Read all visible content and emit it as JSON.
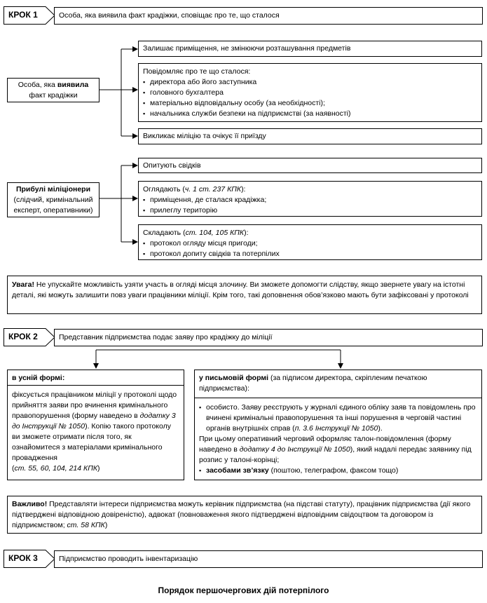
{
  "step1": {
    "label": "КРОК 1",
    "text": "Особа, яка виявила факт крадіжки, сповіщає про те, що сталося"
  },
  "finder": {
    "line1_pre": "Особа, яка ",
    "line1_bold": "виявила",
    "line2": "факт крадіжки"
  },
  "finder_actions": {
    "leave": "Залишає приміщення, не змінюючи розташування предметів",
    "notify_title": "Повідомляє про те що сталося:",
    "notify_items": [
      "директора або його заступника",
      "головного бухгалтера",
      "матеріально відповідальну особу (за необхідності);",
      "начальника служби безпеки на підприємстві (за наявності)"
    ],
    "call": "Викликає міліцію та очікує її приїзду"
  },
  "police": {
    "title": "Прибулі міліціонери",
    "subtitle": "(слідчий, кримінальний експерт, оперативники)"
  },
  "police_actions": {
    "interview": "Опитують свідків",
    "inspect_title_pre": "Оглядають (",
    "inspect_ref": "ч. 1 ст. 237 КПК",
    "inspect_title_post": "):",
    "inspect_items": [
      "приміщення, де сталася крадіжка;",
      "прилеглу територію"
    ],
    "compile_title_pre": "Складають (",
    "compile_ref": "ст. 104, 105 КПК",
    "compile_title_post": "):",
    "compile_items": [
      "протокол огляду місця пригоди;",
      "протокол допиту свідків та потерпілих"
    ]
  },
  "attention": {
    "bold": "Увага!",
    "text": " Не упускайте можливість узяти участь в огляді місця злочину. Ви зможете допомогти слідству, якщо звернете увагу на істотні деталі, які можуть залишити повз уваги працівники міліції. Крім того, такі доповнення обов’язково мають бути зафіксовані у протоколі"
  },
  "step2": {
    "label": "КРОК 2",
    "text": "Представник підприємства подає заяву про крадіжку до міліції"
  },
  "oral": {
    "title": "в усній формі:",
    "p1_pre": "фіксується працівником міліції у протоколі щодо прийняття заяви про вчинення кримінального правопорушення (форму наведено в ",
    "p1_ref": "додатку 3 до Інструкції № 1050",
    "p1_post": "). Копію такого протоколу ви зможете отримати після того, як ознайомитеся з матеріалами кримінального провадження",
    "p2_pre": "(",
    "p2_ref": "ст. 55, 60, 104, 214 КПК",
    "p2_post": ")"
  },
  "written": {
    "title_bold": "у письмовій формі",
    "title_rest": " (за підписом директора, скріпленим печаткою підприємства):",
    "item1_pre": "особисто. Заяву реєструють у журналі єдиного обліку заяв та повідомлень про вчинені кримінальні правопорушення та інші порушення в черговій частині органів внутрішніх справ (",
    "item1_ref": "п. 3.6 Інструкції № 1050",
    "item1_post": ").",
    "item1_p2_pre": "При цьому оперативний черговий оформляє талон-повідомлення (форму наведено в ",
    "item1_p2_ref": "додатку 4 до Інструкції № 1050",
    "item1_p2_post": "), який надалі передає заявнику під розпис у талоні-корінці;",
    "item2_bold": "засобами зв’язку",
    "item2_rest": " (поштою, телеграфом, факсом тощо)"
  },
  "important": {
    "bold": "Важливо!",
    "text_pre": " Представляти інтереси підприємства можуть керівник підприємства (на підставі статуту), працівник підприємства (дії якого підтверджені відповідною довіреністю), адвокат (повноваження якого підтверджені відповідним свідоцтвом та договором із підприємством; ",
    "ref": "ст. 58 КПК",
    "text_post": ")"
  },
  "step3": {
    "label": "КРОК 3",
    "text": "Підприємство проводить інвентаризацію"
  },
  "caption": "Порядок першочергових дій потерпілого"
}
